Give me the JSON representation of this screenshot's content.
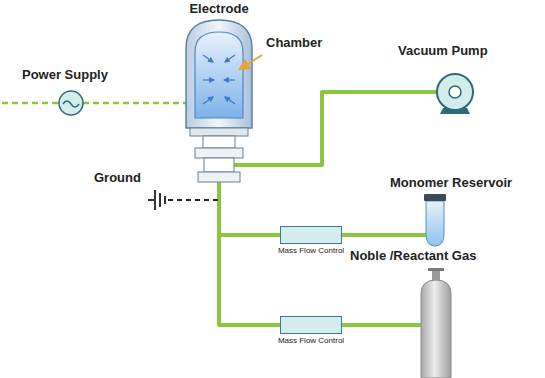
{
  "diagram": {
    "nodes": [
      {
        "text": [
          "Mass Flow Control"
        ]
      },
      {
        "text": [
          "Mass Flow Control"
        ]
      }
    ],
    "labels": [
      "Electrode",
      "Chamber",
      "Power Supply",
      "Vacuum Pump",
      "Ground",
      "Monomer Reservoir",
      "Noble /Reactant Gas"
    ]
  }
}
